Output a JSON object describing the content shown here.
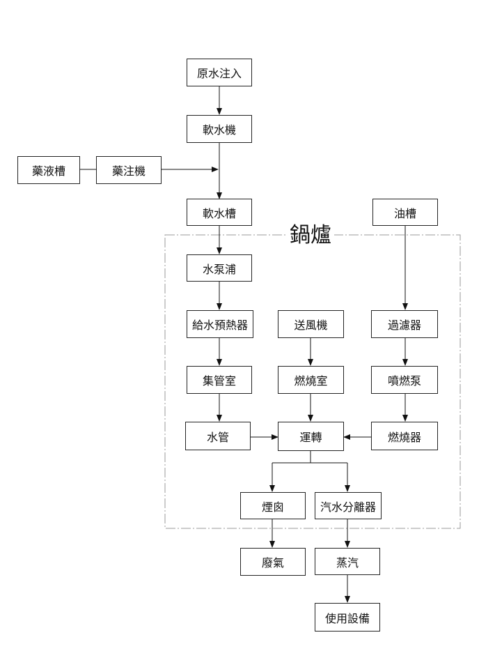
{
  "title": "鍋爐",
  "nodes": {
    "raw_water": "原水注入",
    "softener": "軟水機",
    "chem_tank": "藥液槽",
    "chem_injector": "藥注機",
    "soft_tank": "軟水槽",
    "oil_tank": "油槽",
    "pump": "水泵浦",
    "preheater": "給水預熱器",
    "blower": "送風機",
    "filter": "過濾器",
    "header": "集管室",
    "furnace": "燃燒室",
    "fuel_pump": "噴燃泵",
    "tubes": "水管",
    "operation": "運轉",
    "burner": "燃燒器",
    "chimney": "煙囪",
    "separator": "汽水分離器",
    "exhaust": "廢氣",
    "steam": "蒸汽",
    "equipment": "使用設備"
  }
}
